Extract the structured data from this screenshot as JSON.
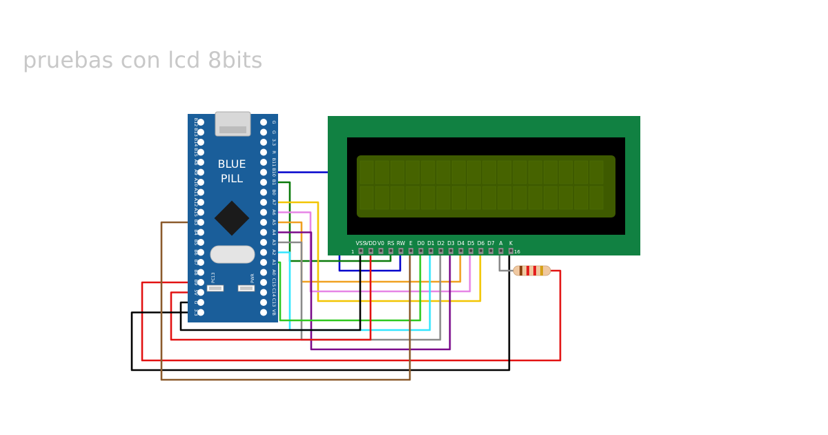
{
  "title": "pruebas con lcd 8bits",
  "bluepill": {
    "name_line1": "BLUE",
    "name_line2": "PILL",
    "left_pins": [
      "B12",
      "B13",
      "B14",
      "B15",
      "A8",
      "A9",
      "A10",
      "A11",
      "A12",
      "A15",
      "B3",
      "B4",
      "B5",
      "B6",
      "B7",
      "B8",
      "B9",
      "5V",
      "G",
      "3.3"
    ],
    "right_pins": [
      "G",
      "G",
      "3.3",
      "R",
      "B11",
      "B10",
      "B1",
      "B0",
      "A7",
      "A6",
      "A5",
      "A4",
      "A3",
      "A2",
      "A1",
      "A0",
      "C15",
      "C14",
      "C13",
      "VB"
    ],
    "led_labels": [
      "PC13",
      "PWR"
    ],
    "colors": {
      "board": "#1a5e9a",
      "pin": "#ffffff",
      "chip": "#111111"
    }
  },
  "lcd": {
    "pin_labels": [
      "VSS",
      "VDD",
      "V0",
      "RS",
      "RW",
      "E",
      "D0",
      "D1",
      "D2",
      "D3",
      "D4",
      "D5",
      "D6",
      "D7",
      "A",
      "K"
    ],
    "first_pin_number": "1",
    "last_pin_number": "16",
    "columns": 16,
    "rows": 2,
    "colors": {
      "pcb": "#118142",
      "bezel": "#000000",
      "screen": "#3e5a00",
      "cell": "#4a6600"
    }
  },
  "resistor": {
    "bands": [
      "#8b4513",
      "#e41e1e",
      "#e41e1e",
      "#d4a017"
    ],
    "body": "#f0c8a0"
  },
  "wire_colors": {
    "blue": "#0000cc",
    "green": "#0a7a0a",
    "yellow": "#f2c500",
    "violet": "#e685e6",
    "orange": "#f0a020",
    "purple": "#7a0a8a",
    "gray": "#8a8a8a",
    "cyan": "#33e6ff",
    "lime": "#2ec81e",
    "red": "#e21212",
    "black": "#000000",
    "brown": "#8b5a2b"
  }
}
